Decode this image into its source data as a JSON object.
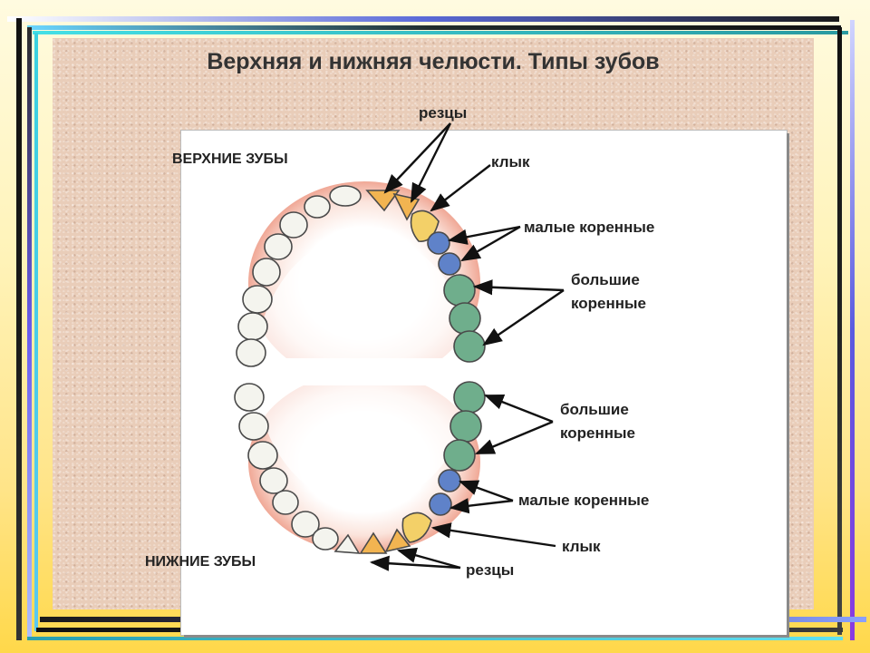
{
  "title": "Верхняя и нижняя челюсти. Типы зубов",
  "upper_label": "ВЕРХНИЕ ЗУБЫ",
  "lower_label": "НИЖНИЕ ЗУБЫ",
  "upper": {
    "incisors": "резцы",
    "canine": "клык",
    "premolars": "малые коренные",
    "molars_line1": "большие",
    "molars_line2": "коренные"
  },
  "lower": {
    "molars_line1": "большие",
    "molars_line2": "коренные",
    "premolars": "малые коренные",
    "canine": "клык",
    "incisors": "резцы"
  },
  "colors": {
    "incisor": "#f2b451",
    "canine": "#f3d068",
    "premolar": "#5f82c9",
    "molar": "#6fae8c",
    "other": "#f4f4ee",
    "gum": "#f2b3a3"
  }
}
